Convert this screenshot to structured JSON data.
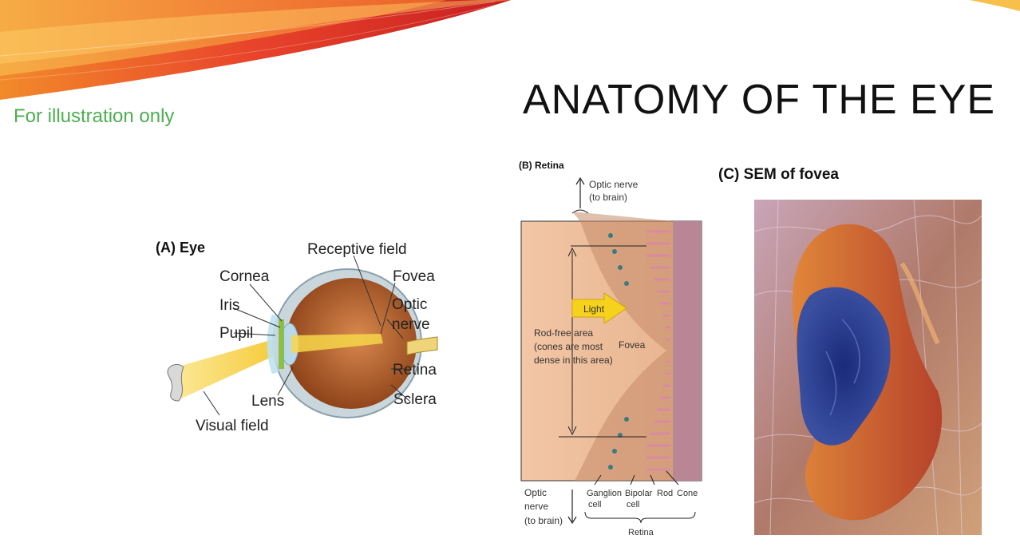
{
  "slide": {
    "title": "ANATOMY OF THE EYE",
    "note": "For illustration only"
  },
  "panel_a": {
    "heading": "(A) Eye",
    "labels": {
      "receptive_field": "Receptive field",
      "cornea": "Cornea",
      "fovea": "Fovea",
      "iris": "Iris",
      "optic": "Optic",
      "nerve": "nerve",
      "pupil": "Pupil",
      "retina": "Retina",
      "lens": "Lens",
      "sclera": "Sclera",
      "visual_field": "Visual field"
    }
  },
  "panel_b": {
    "heading": "(B) Retina",
    "optic_nerve_top_1": "Optic nerve",
    "optic_nerve_top_2": "(to brain)",
    "light": "Light",
    "rod_free_1": "Rod-free area",
    "rod_free_2": "(cones are most",
    "rod_free_3": "dense in this area)",
    "fovea": "Fovea",
    "optic_nerve_bottom_1": "Optic",
    "optic_nerve_bottom_2": "nerve",
    "optic_nerve_bottom_3": "(to brain)",
    "ganglion_1": "Ganglion",
    "ganglion_2": "cell",
    "bipolar_1": "Bipolar",
    "bipolar_2": "cell",
    "rod": "Rod",
    "cone": "Cone",
    "retina": "Retina"
  },
  "panel_c": {
    "heading": "(C) SEM of fovea"
  }
}
